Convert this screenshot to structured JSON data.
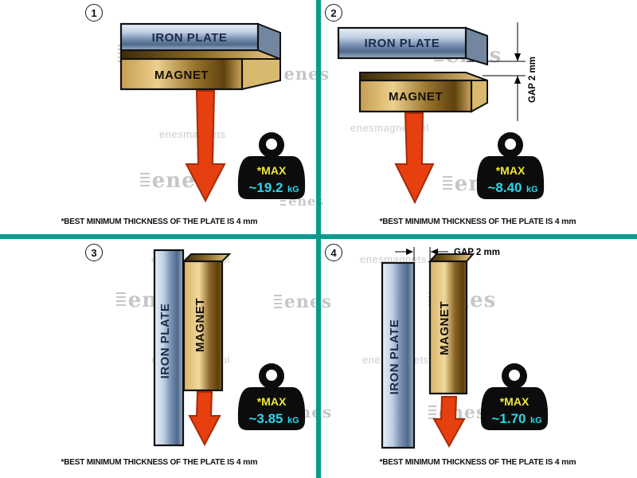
{
  "watermarks": {
    "site": "enesmagnets.pl",
    "site_short": "enesmagnets",
    "brand": "enes"
  },
  "shared": {
    "caption_prefix": "*BEST MINIMUM THICKNESS OF THE PLATE IS",
    "caption_bold": "4 mm",
    "gap_text": "GAP  2 mm"
  },
  "panels": [
    {
      "number": "1",
      "plate_label": "IRON PLATE",
      "magnet_label": "MAGNET",
      "max_label": "*MAX",
      "value": "~19.2",
      "unit": "kG"
    },
    {
      "number": "2",
      "plate_label": "IRON PLATE",
      "magnet_label": "MAGNET",
      "max_label": "*MAX",
      "value": "~8.40",
      "unit": "kG"
    },
    {
      "number": "3",
      "plate_label": "IRON PLATE",
      "magnet_label": "MAGNET",
      "max_label": "*MAX",
      "value": "~3.85",
      "unit": "kG"
    },
    {
      "number": "4",
      "plate_label": "IRON PLATE",
      "magnet_label": "MAGNET",
      "max_label": "*MAX",
      "value": "~1.70",
      "unit": "kG"
    }
  ],
  "colors": {
    "divider": "#0a9a8c",
    "arrow": "#e63f10",
    "max_label": "#efe73a",
    "value_text": "#2bd7e8",
    "weight_body": "#0c0c0c",
    "watermark": "#c7c7c7"
  }
}
